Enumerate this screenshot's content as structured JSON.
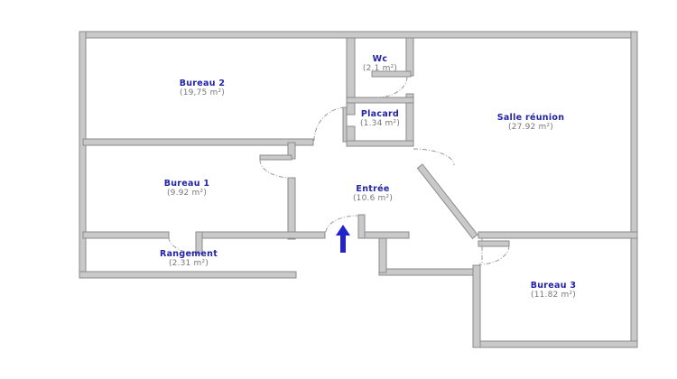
{
  "plan": {
    "rooms": [
      {
        "id": "bureau2",
        "name": "Bureau 2",
        "area": "(19,75 m²)"
      },
      {
        "id": "wc",
        "name": "Wc",
        "area": "(2.1 m²)"
      },
      {
        "id": "placard",
        "name": "Placard",
        "area": "(1.34 m²)"
      },
      {
        "id": "salle-reunion",
        "name": "Salle réunion",
        "area": "(27.92 m²)"
      },
      {
        "id": "bureau1",
        "name": "Bureau 1",
        "area": "(9.92 m²)"
      },
      {
        "id": "entree",
        "name": "Entrée",
        "area": "(10.6 m²)"
      },
      {
        "id": "rangement",
        "name": "Rangement",
        "area": "(2.31 m²)"
      },
      {
        "id": "bureau3",
        "name": "Bureau 3",
        "area": "(11.82 m²)"
      }
    ],
    "icons": [
      {
        "name": "entrance-arrow",
        "meaning": "main entrance direction, points up into Entrée"
      }
    ],
    "colors": {
      "room_name": "#2222aa",
      "room_area": "#777777",
      "wall_fill": "#c9c9c9",
      "wall_edge": "#8a8a8a",
      "door_arc": "#999999",
      "arrow": "#2323cc",
      "background": "#ffffff"
    }
  }
}
